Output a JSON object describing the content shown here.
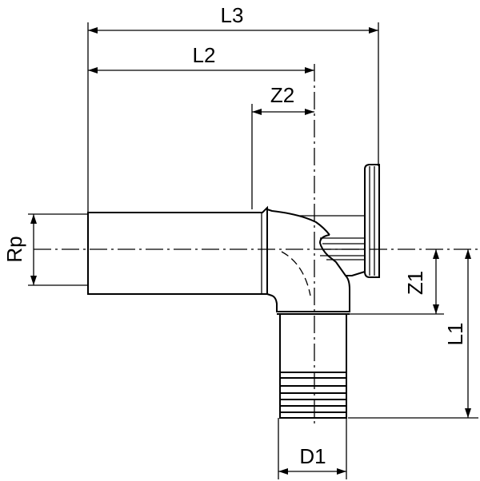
{
  "title": "Wall elbow fitting dimension drawing",
  "dimensions": {
    "L3": "L3",
    "L2": "L2",
    "Z2": "Z2",
    "Rp": "Rp",
    "Z1": "Z1",
    "L1": "L1",
    "D1": "D1"
  },
  "colors": {
    "line": "#000000",
    "background": "#ffffff"
  }
}
